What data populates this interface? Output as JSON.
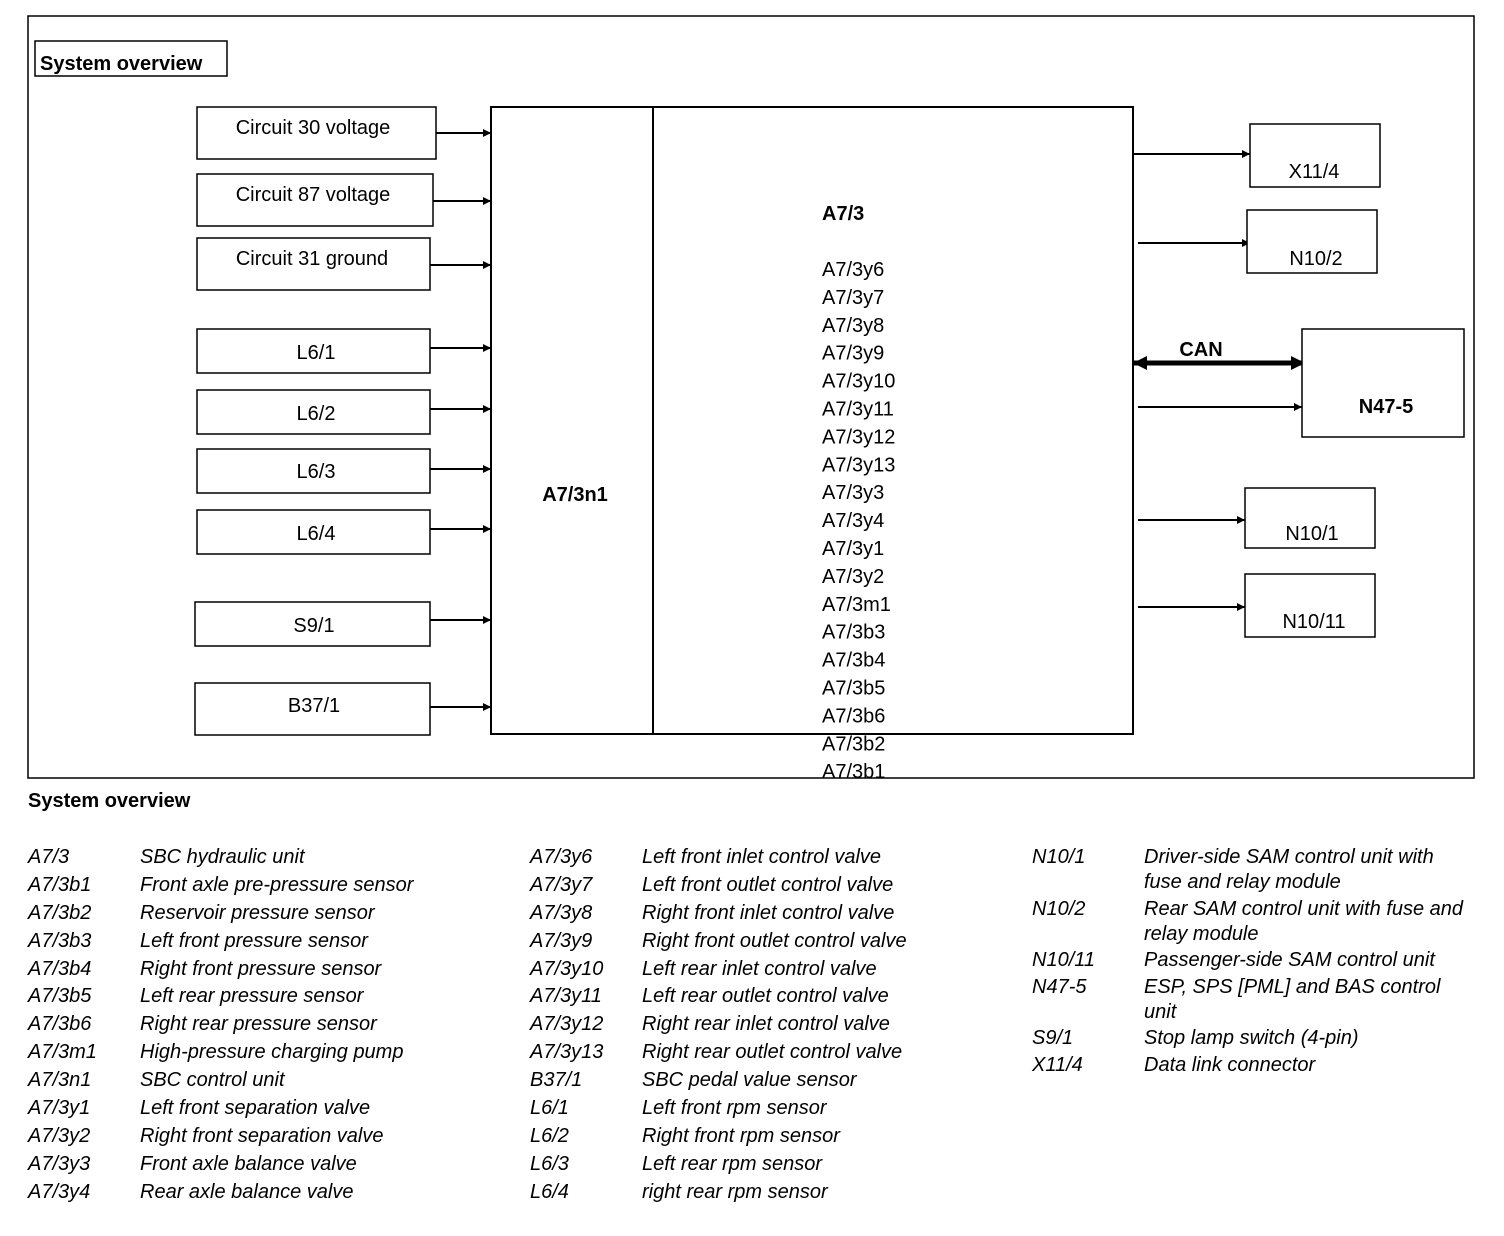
{
  "title_box": "System overview",
  "inputs": [
    {
      "label": "Circuit 30 voltage"
    },
    {
      "label": "Circuit 87 voltage"
    },
    {
      "label": "Circuit 31 ground"
    },
    {
      "label": "L6/1"
    },
    {
      "label": "L6/2"
    },
    {
      "label": "L6/3"
    },
    {
      "label": "L6/4"
    },
    {
      "label": "S9/1"
    },
    {
      "label": "B37/1"
    }
  ],
  "control_unit": "A7/3n1",
  "hydraulic_unit": {
    "title": "A7/3",
    "components": [
      "A7/3y6",
      "A7/3y7",
      "A7/3y8",
      "A7/3y9",
      "A7/3y10",
      "A7/3y11",
      "A7/3y12",
      "A7/3y13",
      "A7/3y3",
      "A7/3y4",
      "A7/3y1",
      "A7/3y2",
      "A7/3m1",
      "A7/3b3",
      "A7/3b4",
      "A7/3b5",
      "A7/3b6",
      "A7/3b2",
      "A7/3b1"
    ]
  },
  "outputs": [
    {
      "label": "X11/4"
    },
    {
      "label": "N10/2"
    },
    {
      "label": "N47-5"
    },
    {
      "label": "N10/1"
    },
    {
      "label": "N10/11"
    }
  ],
  "can_label": "CAN",
  "legend": {
    "title": "System overview",
    "columns": [
      [
        {
          "code": "A7/3",
          "desc": "SBC hydraulic unit"
        },
        {
          "code": "A7/3b1",
          "desc": "Front axle pre-pressure sensor"
        },
        {
          "code": "A7/3b2",
          "desc": "Reservoir pressure sensor"
        },
        {
          "code": "A7/3b3",
          "desc": "Left front pressure sensor"
        },
        {
          "code": "A7/3b4",
          "desc": "Right front pressure sensor"
        },
        {
          "code": "A7/3b5",
          "desc": "Left rear pressure sensor"
        },
        {
          "code": "A7/3b6",
          "desc": "Right rear pressure sensor"
        },
        {
          "code": "A7/3m1",
          "desc": "High-pressure charging pump"
        },
        {
          "code": "A7/3n1",
          "desc": "SBC control unit"
        },
        {
          "code": "A7/3y1",
          "desc": "Left front separation valve"
        },
        {
          "code": "A7/3y2",
          "desc": "Right front separation valve"
        },
        {
          "code": "A7/3y3",
          "desc": "Front axle balance valve"
        },
        {
          "code": "A7/3y4",
          "desc": "Rear axle balance valve"
        }
      ],
      [
        {
          "code": "A7/3y6",
          "desc": "Left front inlet control valve"
        },
        {
          "code": "A7/3y7",
          "desc": "Left front outlet control valve"
        },
        {
          "code": "A7/3y8",
          "desc": "Right front inlet control valve"
        },
        {
          "code": "A7/3y9",
          "desc": "Right front outlet control valve"
        },
        {
          "code": "A7/3y10",
          "desc": "Left rear inlet control valve"
        },
        {
          "code": "A7/3y11",
          "desc": "Left rear outlet control valve"
        },
        {
          "code": "A7/3y12",
          "desc": "Right rear inlet control valve"
        },
        {
          "code": "A7/3y13",
          "desc": "Right rear outlet control valve"
        },
        {
          "code": "B37/1",
          "desc": "SBC pedal value sensor"
        },
        {
          "code": "L6/1",
          "desc": "Left front rpm sensor"
        },
        {
          "code": "L6/2",
          "desc": "Right front rpm sensor"
        },
        {
          "code": "L6/3",
          "desc": "Left rear rpm sensor"
        },
        {
          "code": "L6/4",
          "desc": "right rear rpm sensor"
        }
      ],
      [
        {
          "code": "N10/1",
          "desc": "Driver-side SAM control unit with fuse and relay module"
        },
        {
          "code": "N10/2",
          "desc": "Rear SAM control unit with fuse and relay module"
        },
        {
          "code": "N10/11",
          "desc": "Passenger-side SAM control unit"
        },
        {
          "code": "N47-5",
          "desc": "ESP, SPS [PML] and BAS control unit"
        },
        {
          "code": "S9/1",
          "desc": "Stop lamp switch (4-pin)"
        },
        {
          "code": "X11/4",
          "desc": "Data link connector"
        }
      ]
    ]
  }
}
